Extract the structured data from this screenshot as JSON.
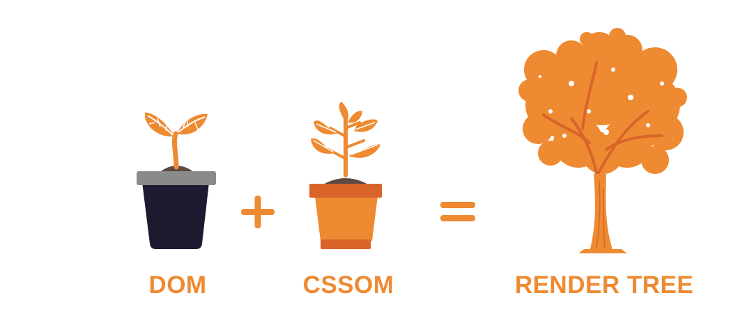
{
  "diagram": {
    "dom": {
      "label": "DOM",
      "icon": "seedling-pot-icon"
    },
    "operator_plus": {
      "icon": "plus-icon"
    },
    "cssom": {
      "label": "CSSOM",
      "icon": "sapling-pot-icon"
    },
    "operator_equals": {
      "icon": "equals-icon"
    },
    "render_tree": {
      "label": "RENDER TREE",
      "icon": "tree-icon"
    }
  },
  "colors": {
    "orange": "#EE8A32",
    "orange_dark": "#D9642A",
    "navy": "#1E1B30",
    "grey_rim": "#8A8A8A",
    "soil": "#5B4A42",
    "background": "#FFFFFF"
  }
}
